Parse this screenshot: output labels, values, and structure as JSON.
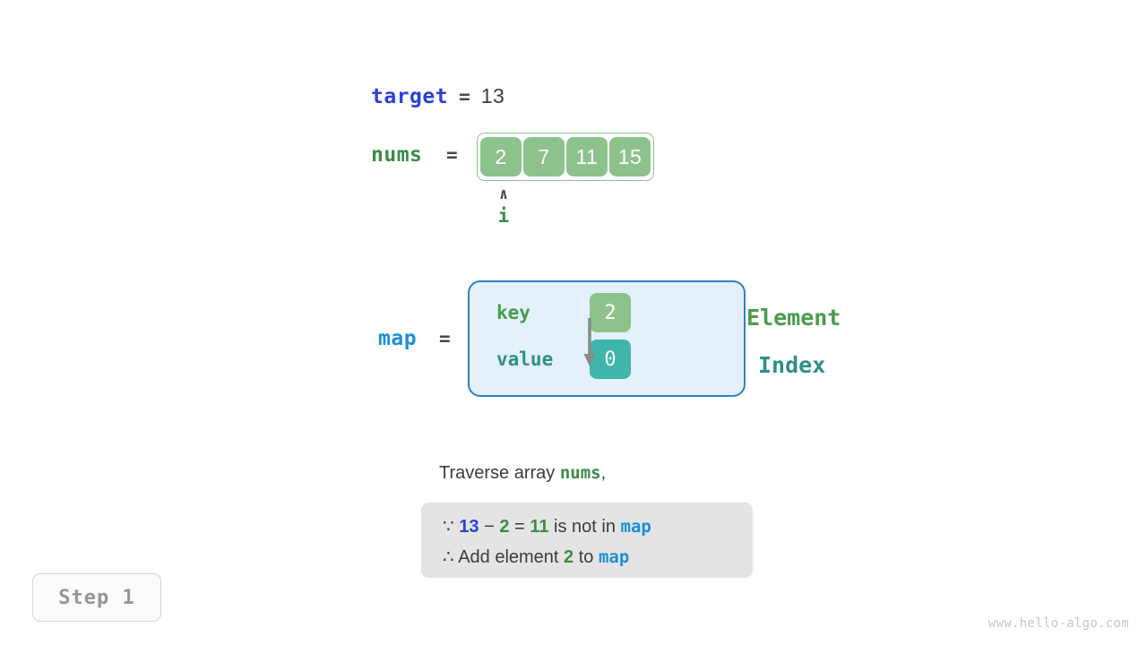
{
  "colors": {
    "target_blue": "#2a41d6",
    "nums_green": "#3d8b47",
    "map_blue": "#1b8fd4",
    "cell_green": "#8dc28d",
    "cell_teal": "#3fb5ab",
    "map_fill": "#e4f0fa",
    "map_border": "#2b82c4",
    "explain_bg": "#e4e4e4",
    "text_gray": "#3c3c3e",
    "watermark_gray": "#c6c6c6"
  },
  "target": {
    "name": "target",
    "equals": "=",
    "value": "13"
  },
  "nums": {
    "name": "nums",
    "equals": "=",
    "cells": [
      "2",
      "7",
      "11",
      "15"
    ]
  },
  "pointer": {
    "caret": "∧",
    "label": "i",
    "points_to_index": 0
  },
  "map": {
    "name": "map",
    "equals": "=",
    "key_label": "key",
    "value_label": "value",
    "key_cell": "2",
    "value_cell": "0",
    "side_labels": {
      "element": "Element",
      "index": "Index"
    },
    "arrow_icon": "down-arrow-icon"
  },
  "explanation": {
    "traverse_prefix": "Traverse array ",
    "traverse_var": "nums",
    "traverse_suffix": ",",
    "line1": {
      "because_symbol": "∵",
      "target_value": "13",
      "minus": "−",
      "element_value": "2",
      "equals": "=",
      "result": "11",
      "text_mid": " is not in ",
      "map_name": "map"
    },
    "line2": {
      "therefore_symbol": "∴",
      "text_pre": "Add element ",
      "element_value": "2",
      "text_mid": " to ",
      "map_name": "map"
    }
  },
  "step_badge": {
    "label": "Step 1"
  },
  "watermark": {
    "text": "www.hello-algo.com"
  }
}
